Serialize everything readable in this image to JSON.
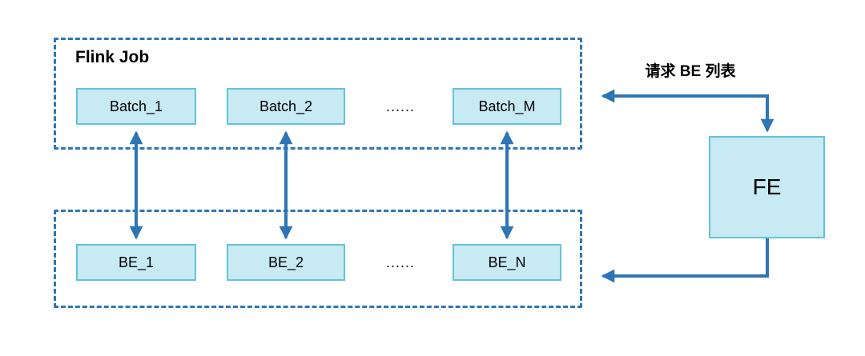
{
  "clusters": {
    "flink": {
      "title": "Flink Job"
    }
  },
  "nodes": {
    "batch": [
      {
        "label": "Batch_1"
      },
      {
        "label": "Batch_2"
      },
      {
        "label": "Batch_M"
      }
    ],
    "batch_ellipsis": "......",
    "be": [
      {
        "label": "BE_1"
      },
      {
        "label": "BE_2"
      },
      {
        "label": "BE_N"
      }
    ],
    "be_ellipsis": "......",
    "fe": {
      "label": "FE"
    }
  },
  "annotations": {
    "request_be_list": "请求 BE 列表"
  },
  "colors": {
    "node_fill": "#C7EAF3",
    "node_border": "#62C4D8",
    "cluster_border": "#2E75B6",
    "arrow": "#2E75B6",
    "text": "#000000"
  }
}
